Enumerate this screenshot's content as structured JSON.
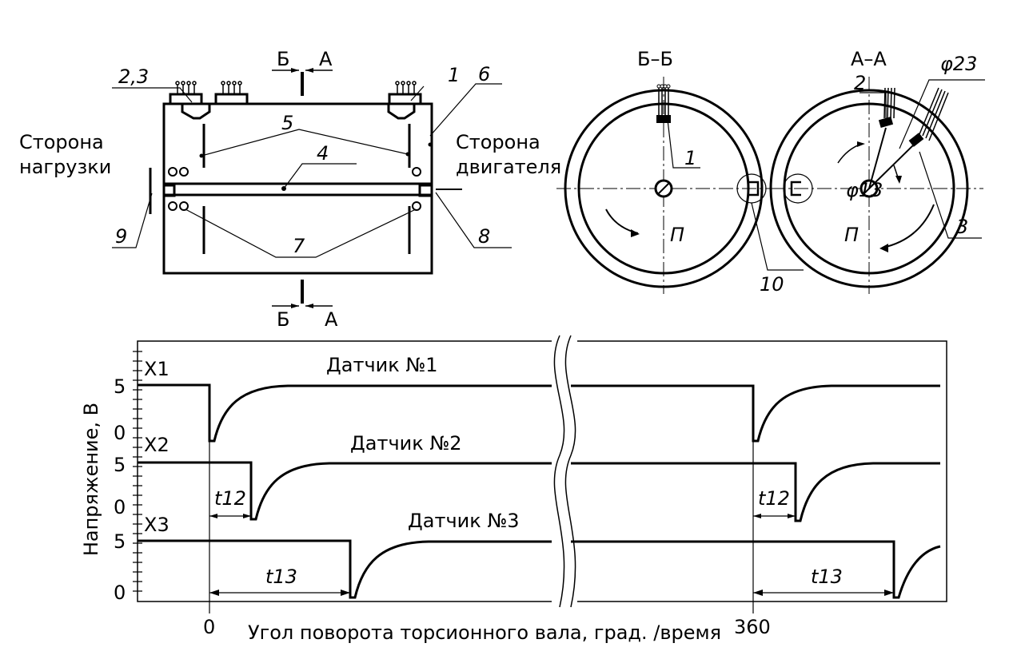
{
  "assembly_view": {
    "callouts": [
      "2,3",
      "1",
      "6",
      "5",
      "4",
      "9",
      "8",
      "7"
    ],
    "side_load": [
      "Сторона",
      "нагрузки"
    ],
    "side_motor": [
      "Сторона",
      "двигателя"
    ],
    "section_b": "Б",
    "section_a": "А"
  },
  "section_views": {
    "bb_title": "Б–Б",
    "aa_title": "А–А",
    "bb_callouts": [
      "1",
      "10"
    ],
    "aa_callouts": [
      "2",
      "3"
    ],
    "phi23": "φ23",
    "phi13": "φ13",
    "rotation_bb": "П",
    "rotation_aa": "П"
  },
  "timing_chart": {
    "ylabel": "Напряжение, В",
    "xlabel": "Угол поворота торсионного вала, град. /время",
    "x_ticks": [
      "0",
      "360"
    ],
    "channels": [
      {
        "name": "X1",
        "sensor": "Датчик №1",
        "high": 5,
        "low": 0,
        "delay_label": ""
      },
      {
        "name": "X2",
        "sensor": "Датчик №2",
        "high": 5,
        "low": 0,
        "delay_label": "t12"
      },
      {
        "name": "X3",
        "sensor": "Датчик №3",
        "high": 5,
        "low": 0,
        "delay_label": "t13"
      }
    ],
    "y_tick_high": "5",
    "y_tick_low": "0"
  }
}
